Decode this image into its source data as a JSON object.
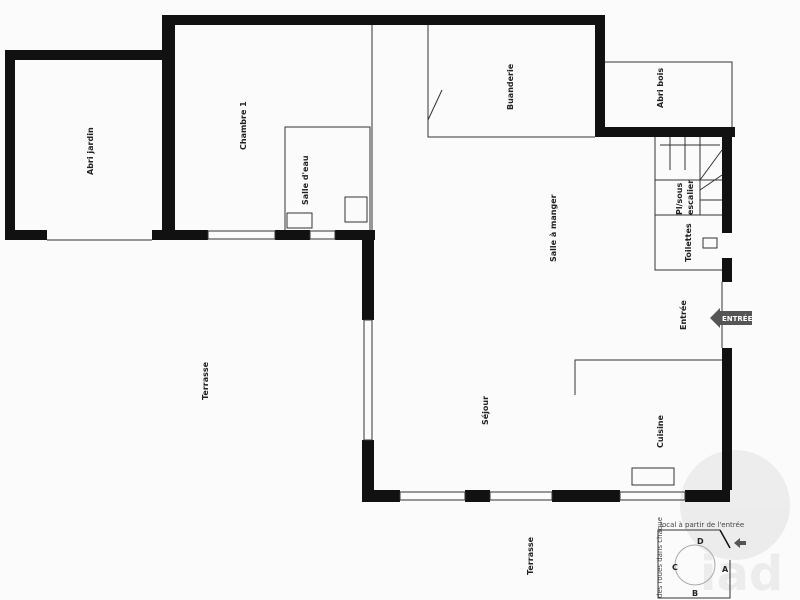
{
  "rooms": {
    "abri_jardin": "Abri jardin",
    "chambre_1": "Chambre 1",
    "salle_eau": "Salle d'eau",
    "buanderie": "Buanderie",
    "abri_bois": "Abri bois",
    "salle_a_manger": "Salle à manger",
    "placard_line1": "Pl/sous",
    "placard_line2": "escalier",
    "toilettes": "Toilettes",
    "entree": "Entrée",
    "sejour": "Séjour",
    "cuisine": "Cuisine",
    "terrasse_left": "Terrasse",
    "terrasse_bottom": "Terrasse"
  },
  "entrance_arrow": "ENTRÉE",
  "orientation": {
    "caption_top": "local à partir de l'entrée",
    "caption_side": "des roues dans chaque",
    "letters": [
      "A",
      "B",
      "C",
      "D"
    ]
  },
  "watermark": "iad",
  "colors": {
    "wall": "#111111",
    "background": "#fbfbfb"
  }
}
